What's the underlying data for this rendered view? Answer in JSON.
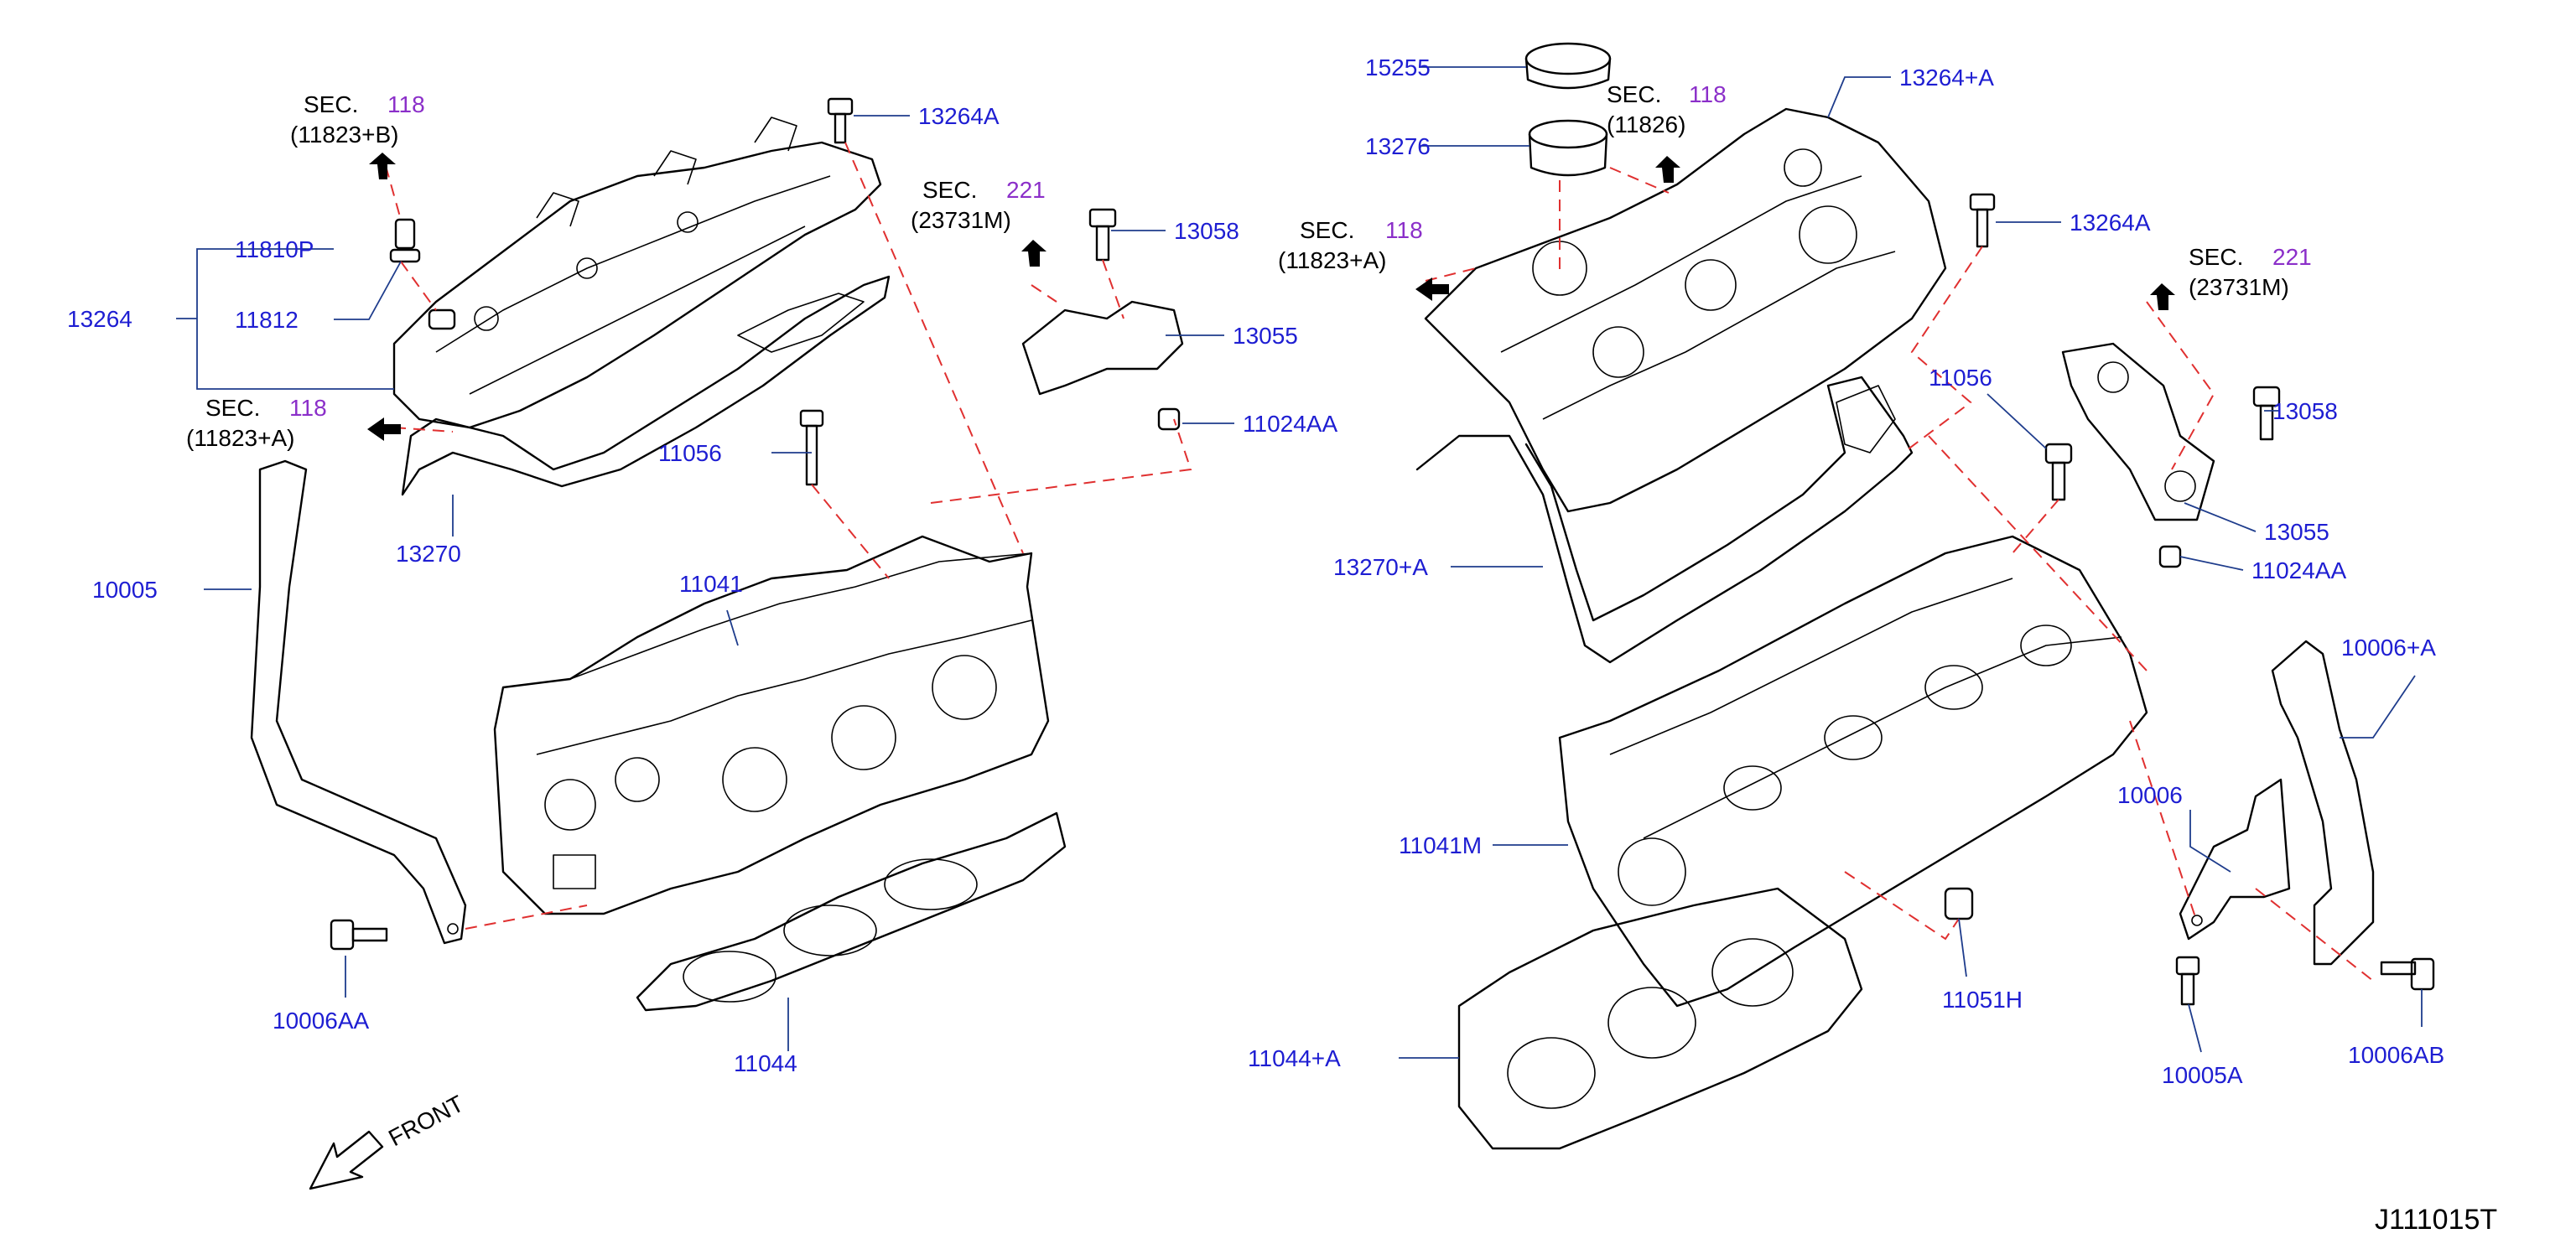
{
  "colors": {
    "part_number": "#1e1ed2",
    "section_number": "#8b2fc9",
    "callout_line": "#1e3c8c",
    "dashed_guide": "#e03030",
    "drawing": "#000000"
  },
  "parts": {
    "p13264A_left": "13264A",
    "p11810P": "11810P",
    "p13264": "13264",
    "p11812": "11812",
    "p13270": "13270",
    "p10005": "10005",
    "p11041": "11041",
    "p11056_left": "11056",
    "p13058_left": "13058",
    "p13055_left": "13055",
    "p11024AA_left": "11024AA",
    "p10006AA": "10006AA",
    "p11044": "11044",
    "p15255": "15255",
    "p13276": "13276",
    "p13264pA": "13264+A",
    "p13264A_right": "13264A",
    "p11056_right": "11056",
    "p13058_right": "13058",
    "p13270pA": "13270+A",
    "p13055_right": "13055",
    "p11024AA_right": "11024AA",
    "p10006pA": "10006+A",
    "p10006": "10006",
    "p11041M": "11041M",
    "p11051H": "11051H",
    "p11044pA": "11044+A",
    "p10005A": "10005A",
    "p10006AB": "10006AB"
  },
  "sections": {
    "s1": {
      "prefix": "SEC.",
      "number": "118",
      "ref": "(11823+B)"
    },
    "s2": {
      "prefix": "SEC.",
      "number": "118",
      "ref": "(11823+A)"
    },
    "s3": {
      "prefix": "SEC.",
      "number": "221",
      "ref": "(23731M)"
    },
    "s4": {
      "prefix": "SEC.",
      "number": "118",
      "ref": "(11826)"
    },
    "s5": {
      "prefix": "SEC.",
      "number": "118",
      "ref": "(11823+A)"
    },
    "s6": {
      "prefix": "SEC.",
      "number": "221",
      "ref": "(23731M)"
    }
  },
  "front_label": "FRONT",
  "drawing_id": "J111015T"
}
